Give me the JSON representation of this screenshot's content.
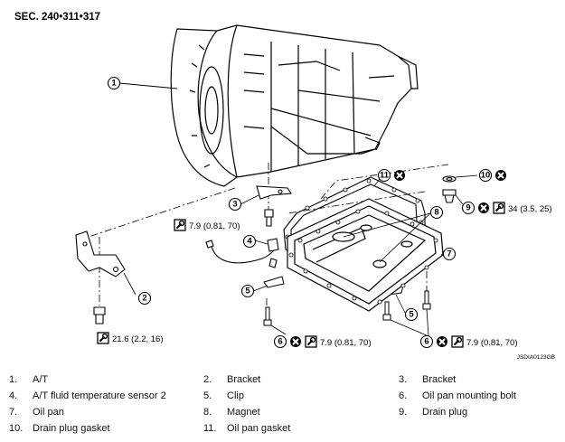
{
  "section_title": "SEC. 240•311•317",
  "image_code": "JSDIA0123GB",
  "callouts": {
    "c1": "1",
    "c2": "2",
    "c3": "3",
    "c4": "4",
    "c5a": "5",
    "c5b": "5",
    "c6a": "6",
    "c6b": "6",
    "c7": "7",
    "c8": "8",
    "c9": "9",
    "c10": "10",
    "c11": "11"
  },
  "torque_specs": {
    "bracket_bolt": "7.9 (0.81, 70)",
    "lower_bolt": "21.6 (2.2, 16)",
    "drain_plug": "34 (3.5, 25)",
    "pan_bolt_left": "7.9 (0.81, 70)",
    "pan_bolt_right": "7.9 (0.81, 70)"
  },
  "icons": [
    "do-not-reuse-icon",
    "torque-wrench-icon"
  ],
  "legend": [
    {
      "num": "1.",
      "label": "A/T"
    },
    {
      "num": "2.",
      "label": "Bracket"
    },
    {
      "num": "3.",
      "label": "Bracket"
    },
    {
      "num": "4.",
      "label": "A/T fluid temperature sensor 2"
    },
    {
      "num": "5.",
      "label": "Clip"
    },
    {
      "num": "6.",
      "label": "Oil pan mounting bolt"
    },
    {
      "num": "7.",
      "label": "Oil pan"
    },
    {
      "num": "8.",
      "label": "Magnet"
    },
    {
      "num": "9.",
      "label": "Drain plug"
    },
    {
      "num": "10.",
      "label": "Drain plug gasket"
    },
    {
      "num": "11.",
      "label": "Oil pan gasket"
    }
  ]
}
